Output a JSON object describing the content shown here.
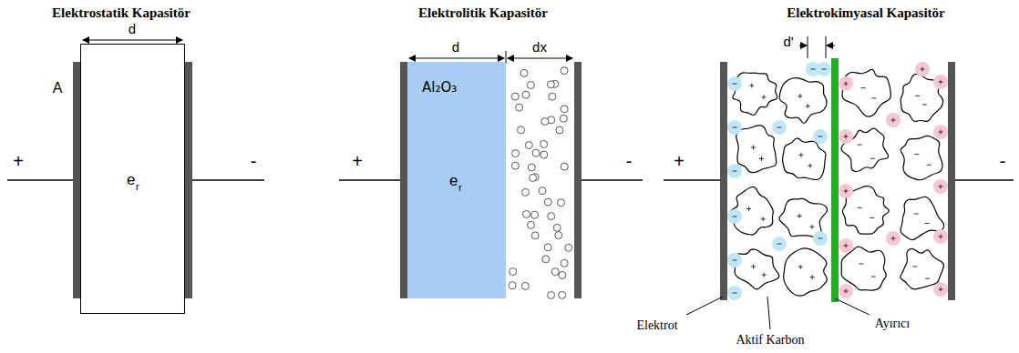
{
  "diagram": {
    "nodes": [
      {
        "text": [
          "e",
          "r"
        ]
      },
      {
        "text": [
          "Al₂O₃",
          "e",
          "r"
        ]
      }
    ],
    "labels": [
      "Elektrostatik Kapasitör",
      "Elektrolitik Kapasitör",
      "Elektrokimyasal Kapasitör",
      "d",
      "A",
      "+",
      "-",
      "d",
      "dx",
      "+",
      "-",
      "d'",
      "+",
      "-",
      "Elektrot",
      "Aktif Karbon",
      "Ayırıcı"
    ]
  }
}
